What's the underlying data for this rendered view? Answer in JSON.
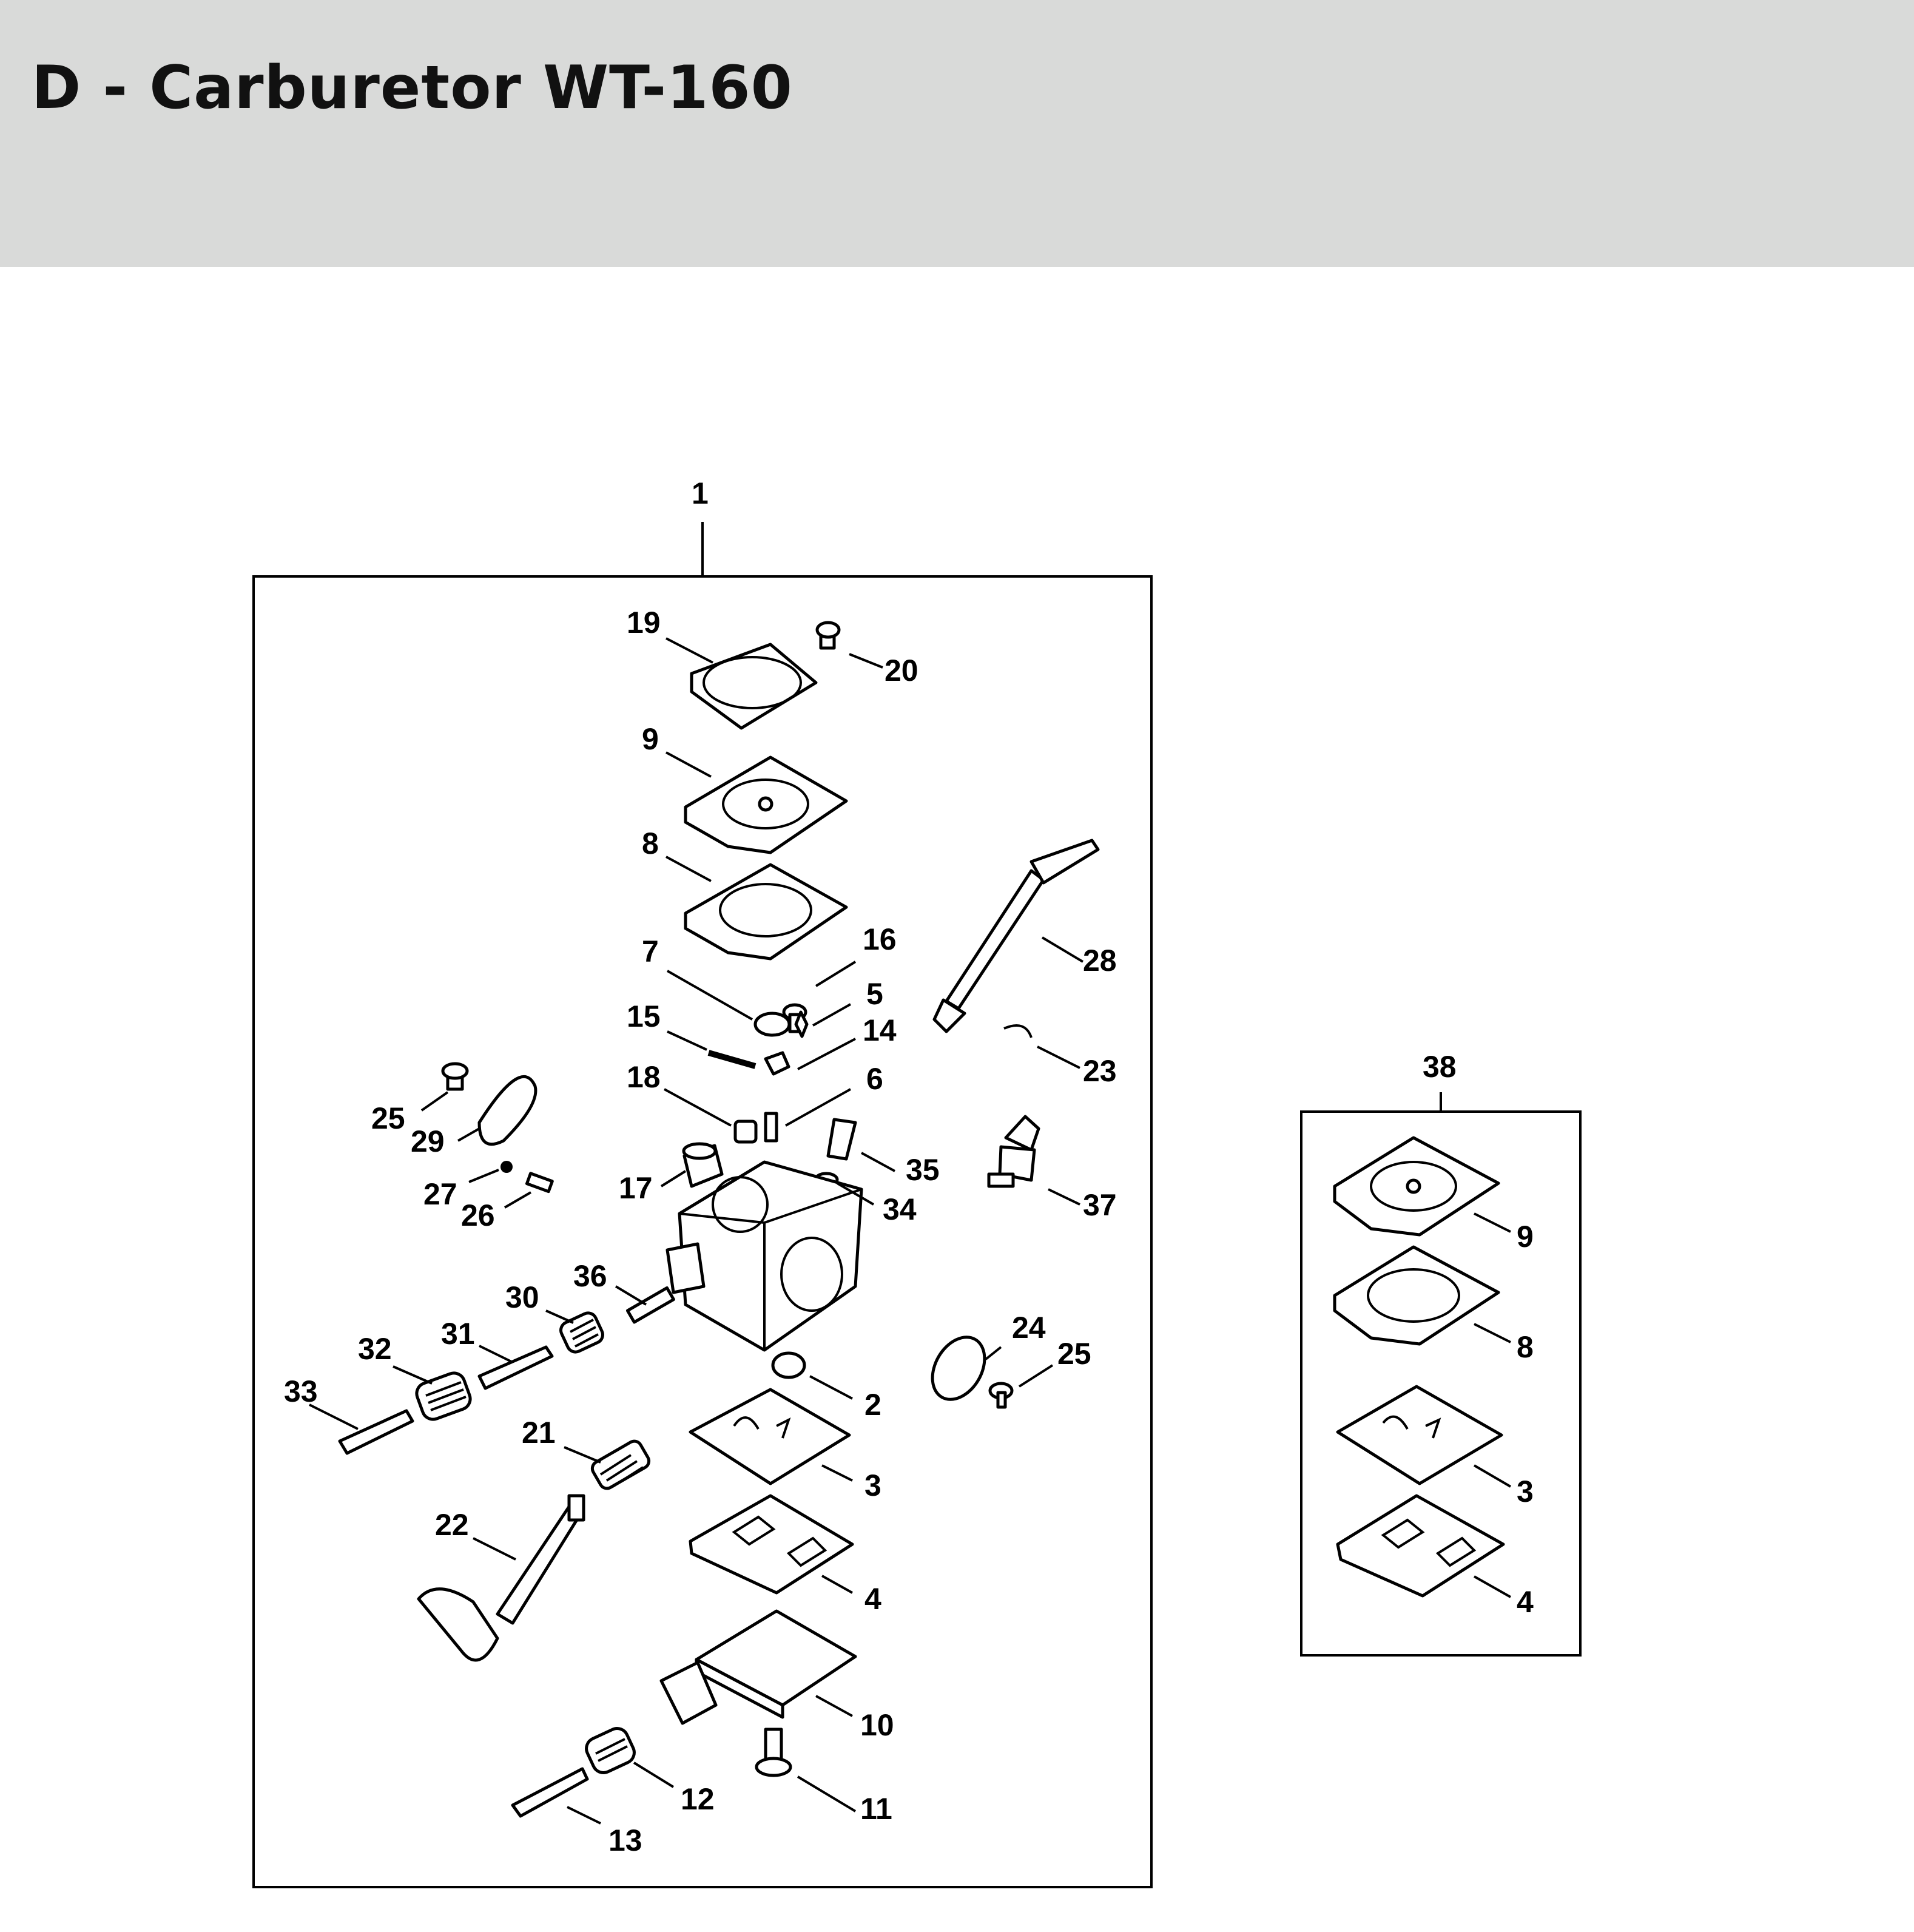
{
  "header": {
    "title": "D - Carburetor WT-160"
  },
  "diagram": {
    "main_assembly_label": "1",
    "kit_label": "38",
    "callouts": [
      "19",
      "20",
      "9",
      "8",
      "7",
      "16",
      "5",
      "15",
      "14",
      "18",
      "6",
      "28",
      "23",
      "25",
      "29",
      "27",
      "26",
      "17",
      "35",
      "34",
      "37",
      "36",
      "30",
      "31",
      "32",
      "33",
      "24",
      "25",
      "2",
      "3",
      "21",
      "22",
      "4",
      "10",
      "11",
      "12",
      "13"
    ],
    "kit_callouts": [
      "9",
      "8",
      "3",
      "4"
    ]
  },
  "colors": {
    "header_bg": "#d9dad9",
    "line": "#000000"
  }
}
